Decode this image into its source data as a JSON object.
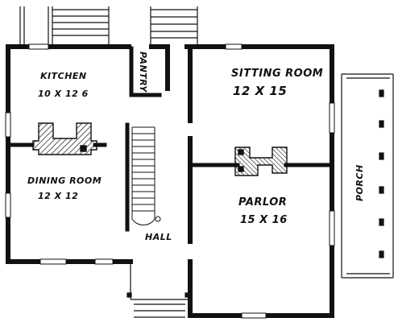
{
  "colors": {
    "ink": "#111111",
    "paper": "#ffffff"
  },
  "rooms": {
    "kitchen": {
      "name": "KITCHEN",
      "size": "10 X 12 6"
    },
    "pantry": {
      "name": "PANTRY"
    },
    "sitting_room": {
      "name": "SITTING ROOM",
      "size": "12 X 15"
    },
    "dining_room": {
      "name": "DINING ROOM",
      "size": "12 X 12"
    },
    "parlor": {
      "name": "PARLOR",
      "size": "15 X 16"
    },
    "hall": {
      "name": "HALL"
    },
    "porch": {
      "name": "PORCH"
    }
  }
}
